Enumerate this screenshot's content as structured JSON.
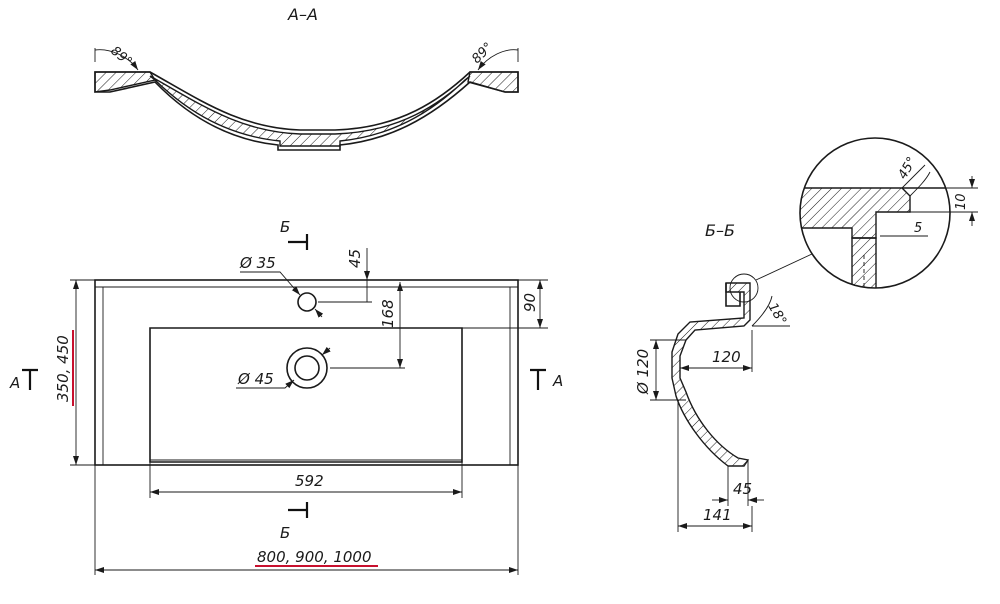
{
  "views": {
    "section_aa": {
      "title": "А–А",
      "angle_left": "89°",
      "angle_right": "89°"
    },
    "section_bb": {
      "title": "Б–Б",
      "angle_detail": "45°",
      "angle_lip": "18°"
    },
    "plan": {
      "hole_tap_dia": "Ø 35",
      "hole_drain_dia": "Ø 45",
      "dim_45": "45",
      "dim_90": "90",
      "dim_168": "168",
      "dim_592": "592",
      "depth_options": "350, 450",
      "width_options": "800, 900, 1000",
      "cut_mark_a": "А",
      "cut_mark_b": "Б"
    },
    "profile": {
      "dim_dia_120": "Ø 120",
      "dim_120": "120",
      "dim_45": "45",
      "dim_141": "141"
    },
    "detail": {
      "dim_10": "10",
      "dim_5": "5"
    }
  }
}
